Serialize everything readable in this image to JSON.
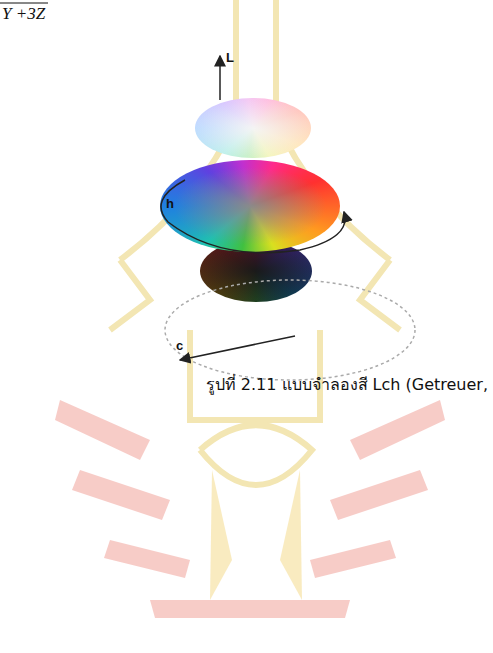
{
  "diagram": {
    "caption": "รูปที่ 2.11 แบบจำลองสี Lch (Getreuer,",
    "labels": [
      "Y +3Z",
      "L",
      "h",
      "c"
    ]
  }
}
